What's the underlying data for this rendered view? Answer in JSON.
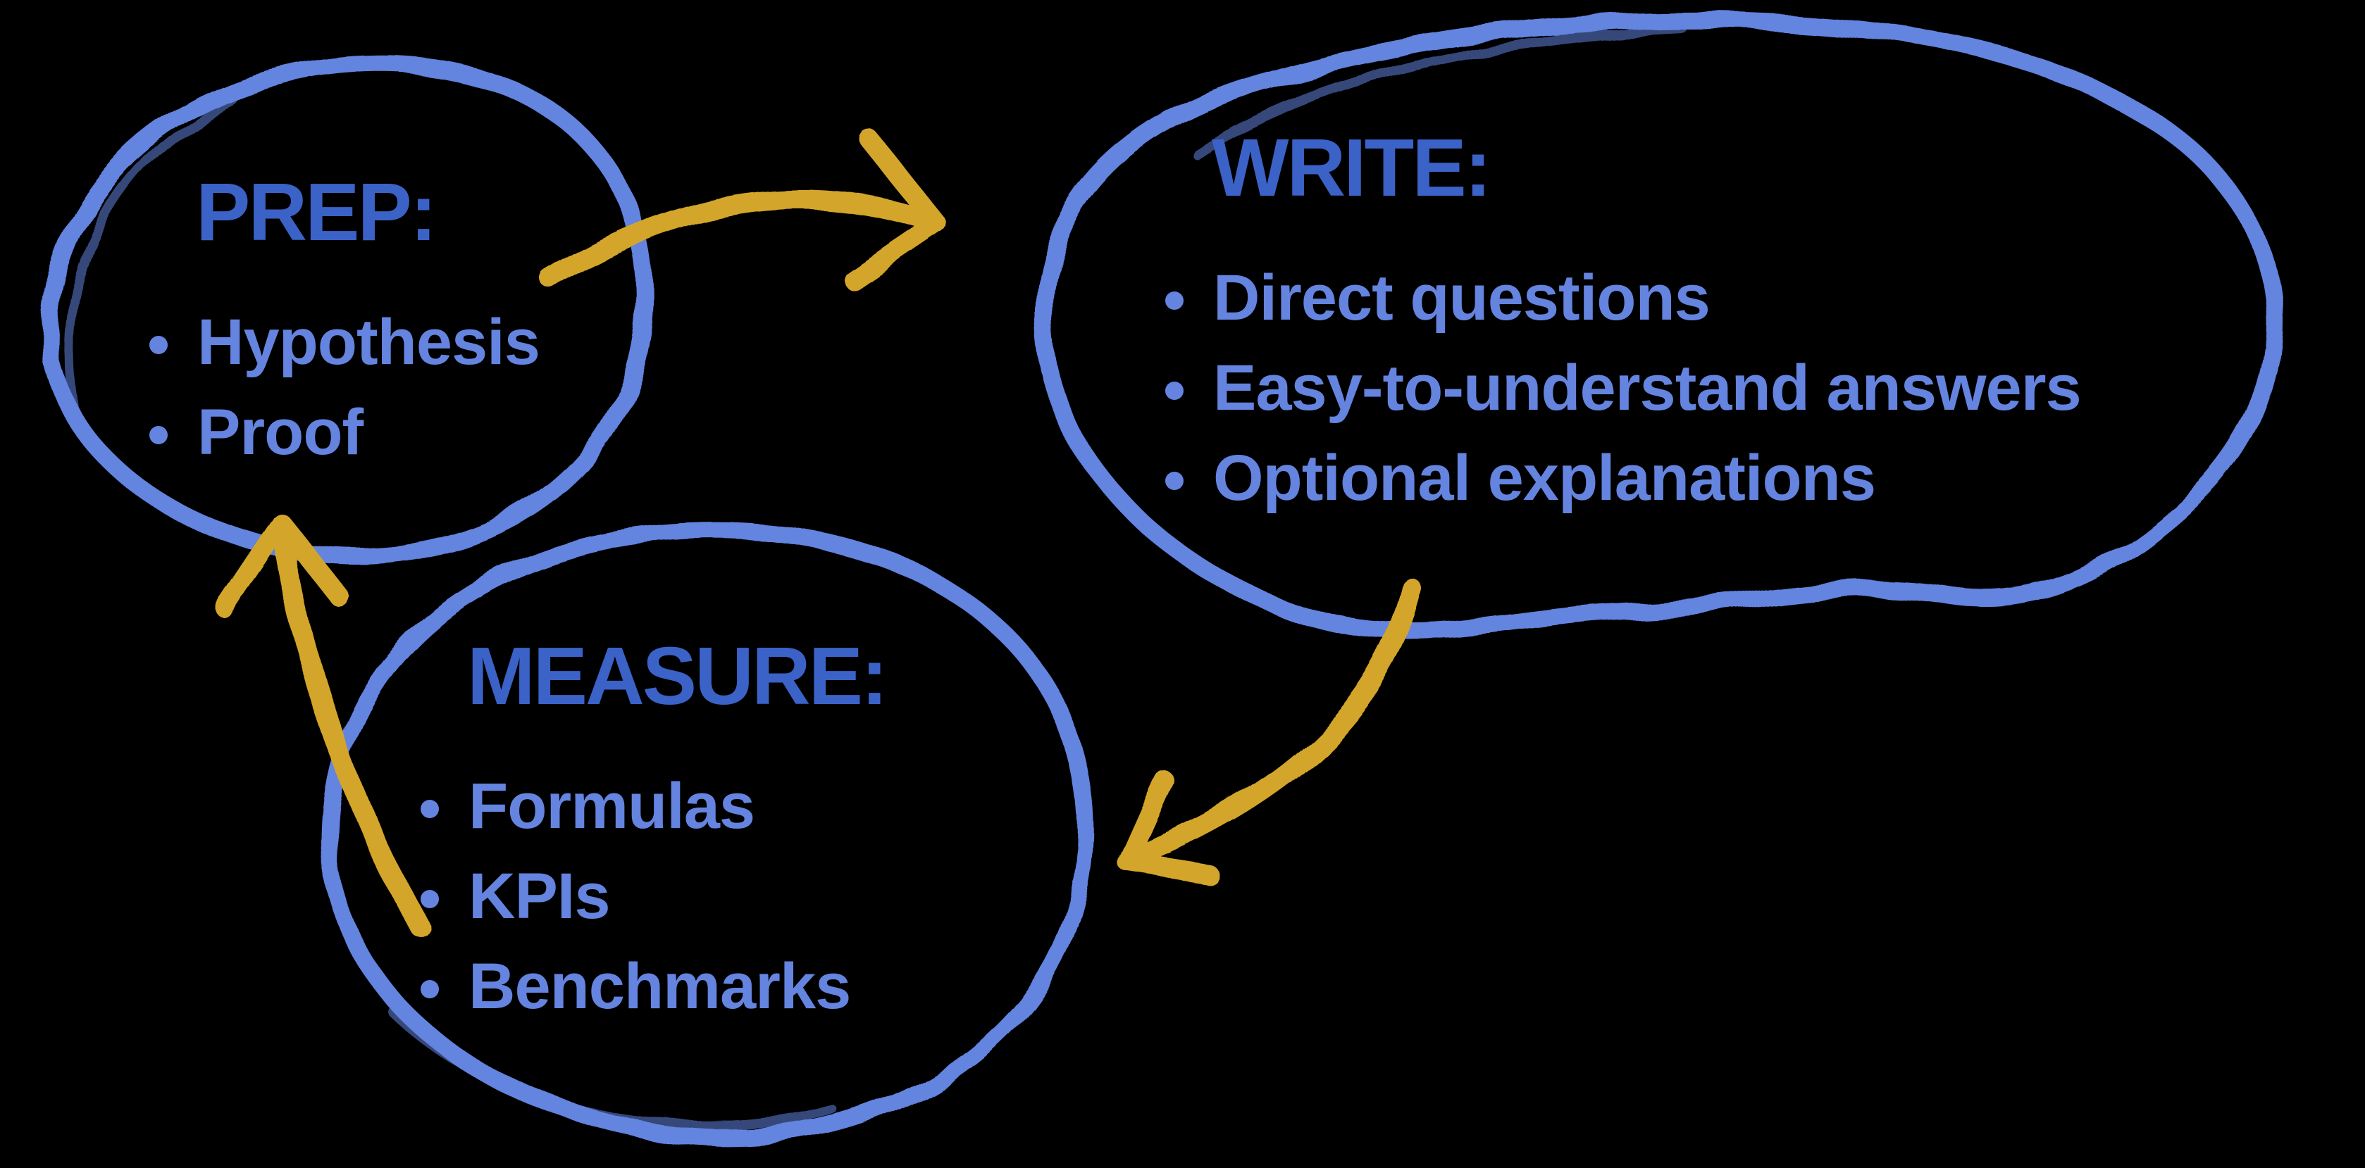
{
  "colors": {
    "bg": "#000000",
    "blue": "#6484DF",
    "blue-dark": "#3B62C7",
    "yellow": "#D3A52C"
  },
  "bubbles": [
    {
      "id": "prep",
      "heading": "PREP:",
      "items": [
        "Hypothesis",
        "Proof"
      ]
    },
    {
      "id": "write",
      "heading": "WRITE:",
      "items": [
        "Direct questions",
        "Easy-to-understand answers",
        "Optional explanations"
      ]
    },
    {
      "id": "measure",
      "heading": "MEASURE:",
      "items": [
        "Formulas",
        "KPIs",
        "Benchmarks"
      ]
    }
  ],
  "arrows": [
    {
      "id": "prep-to-write",
      "from": "PREP",
      "to": "WRITE"
    },
    {
      "id": "write-to-measure",
      "from": "WRITE",
      "to": "MEASURE"
    },
    {
      "id": "measure-to-prep",
      "from": "MEASURE",
      "to": "PREP"
    }
  ]
}
